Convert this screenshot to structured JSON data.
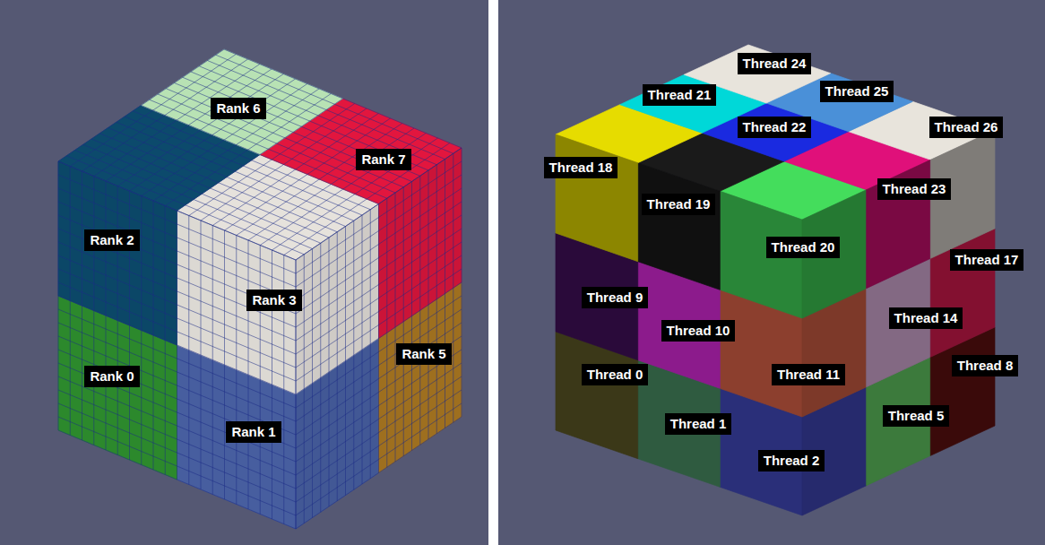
{
  "diagram": {
    "nodes": [
      {
        "text": [
          "Rank 6"
        ]
      },
      {
        "text": [
          "Rank 7"
        ]
      },
      {
        "text": [
          "Rank 2"
        ]
      },
      {
        "text": [
          "Rank 3"
        ]
      },
      {
        "text": [
          "Rank 5"
        ]
      },
      {
        "text": [
          "Rank 0"
        ]
      },
      {
        "text": [
          "Rank 1"
        ]
      },
      {
        "text": [
          "Thread 24"
        ]
      },
      {
        "text": [
          "Thread 21"
        ]
      },
      {
        "text": [
          "Thread 25"
        ]
      },
      {
        "text": [
          "Thread 22"
        ]
      },
      {
        "text": [
          "Thread 26"
        ]
      },
      {
        "text": [
          "Thread 18"
        ]
      },
      {
        "text": [
          "Thread 23"
        ]
      },
      {
        "text": [
          "Thread 19"
        ]
      },
      {
        "text": [
          "Thread 20"
        ]
      },
      {
        "text": [
          "Thread 17"
        ]
      },
      {
        "text": [
          "Thread 9"
        ]
      },
      {
        "text": [
          "Thread 14"
        ]
      },
      {
        "text": [
          "Thread 10"
        ]
      },
      {
        "text": [
          "Thread 8"
        ]
      },
      {
        "text": [
          "Thread 0"
        ]
      },
      {
        "text": [
          "Thread 11"
        ]
      },
      {
        "text": [
          "Thread 5"
        ]
      },
      {
        "text": [
          "Thread 1"
        ]
      },
      {
        "text": [
          "Thread 2"
        ]
      }
    ]
  }
}
